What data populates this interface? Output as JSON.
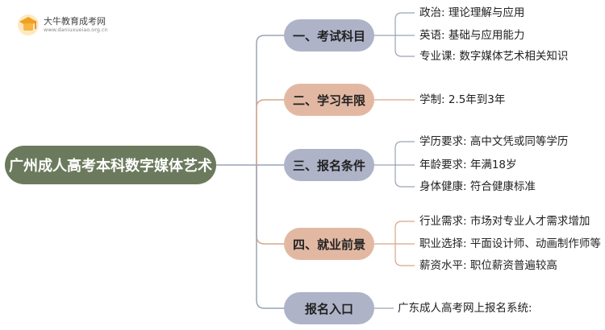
{
  "logo": {
    "name": "大牛教育成考网",
    "url": "www.daniuxueiao.org.cn"
  },
  "root": {
    "label": "广州成人高考本科数字媒体艺术"
  },
  "branches": [
    {
      "label": "一、考试科目",
      "leaves": [
        "政治: 理论理解与应用",
        "英语: 基础与应用能力",
        "专业课: 数字媒体艺术相关知识"
      ]
    },
    {
      "label": "二、学习年限",
      "leaves": [
        "学制: 2.5年到3年"
      ]
    },
    {
      "label": "三、报名条件",
      "leaves": [
        "学历要求: 高中文凭或同等学历",
        "年龄要求: 年满18岁",
        "身体健康: 符合健康标准"
      ]
    },
    {
      "label": "四、就业前景",
      "leaves": [
        "行业需求: 市场对专业人才需求增加",
        "职业选择: 平面设计师、动画制作师等",
        "薪资水平: 职位薪资普遍较高"
      ]
    },
    {
      "label": "报名入口",
      "leaves": [
        "广东成人高考网上报名系统:"
      ]
    }
  ],
  "colors": {
    "root": "#6b7a5d",
    "branch_blue": "#aeb3c8",
    "branch_peach": "#e3b8a2",
    "line_gray": "#9aa3b5",
    "line_peach": "#d9a58a"
  }
}
